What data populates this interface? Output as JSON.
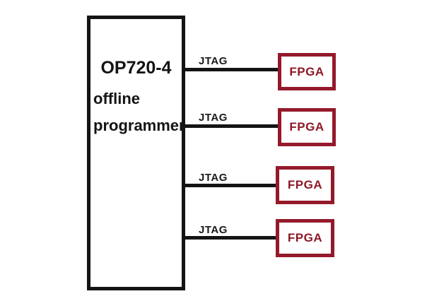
{
  "diagram": {
    "programmer": {
      "title": "OP720-4",
      "subtitle1": "offline",
      "subtitle2": "programmer"
    },
    "connections": [
      {
        "label": "JTAG"
      },
      {
        "label": "JTAG"
      },
      {
        "label": "JTAG"
      },
      {
        "label": "JTAG"
      }
    ],
    "fpga_boxes": [
      {
        "label": "FPGA"
      },
      {
        "label": "FPGA"
      },
      {
        "label": "FPGA"
      },
      {
        "label": "FPGA"
      }
    ],
    "colors": {
      "wire": "#141414",
      "programmer_border": "#141414",
      "fpga_border": "#941A2B",
      "fpga_text": "#8E1827",
      "background": "#ffffff"
    }
  }
}
